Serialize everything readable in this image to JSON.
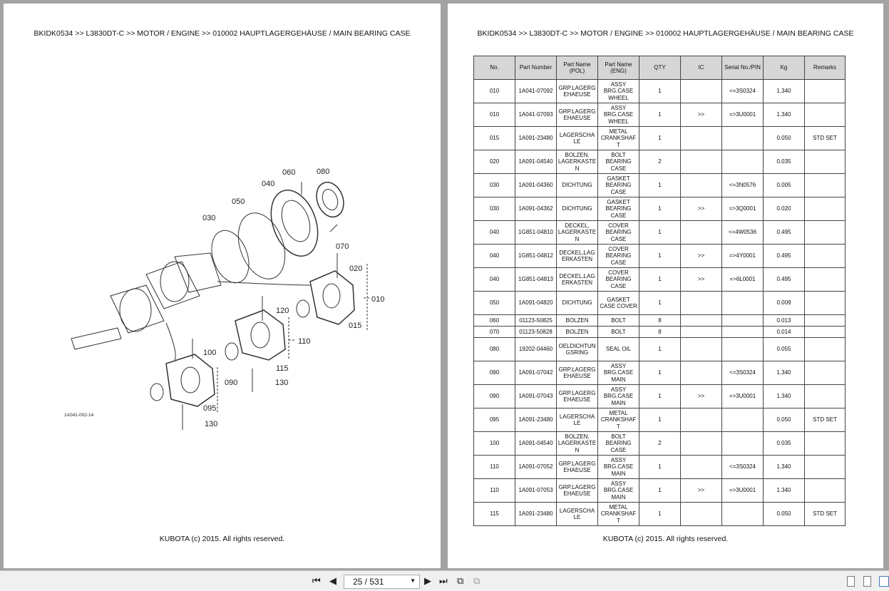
{
  "breadcrumb": "BKIDK0534 >> L3830DT-C >> MOTOR / ENGINE >> 010002   HAUPTLAGERGEHÄUSE / MAIN BEARING CASE",
  "footer": "KUBOTA (c) 2015. All rights reserved.",
  "diagram": {
    "code": "1A041-002-14",
    "callouts": [
      "060",
      "080",
      "040",
      "050",
      "030",
      "070",
      "020",
      "010",
      "120",
      "015",
      "110",
      "100",
      "115",
      "090",
      "130",
      "095",
      "130"
    ]
  },
  "table": {
    "headers": [
      "No.",
      "Part Number",
      "Part Name (POL)",
      "Part Name (ENG)",
      "QTY",
      "IC",
      "Serial No./PIN",
      "Kg",
      "Remarks"
    ],
    "rows": [
      [
        "010",
        "1A041-07092",
        "GRP.LAGERG EHAEUSE",
        "ASSY BRG.CASE WHEEL",
        "1",
        "",
        "<=3S0324",
        "1.340",
        ""
      ],
      [
        "010",
        "1A041-07093",
        "GRP.LAGERG EHAEUSE",
        "ASSY BRG.CASE WHEEL",
        "1",
        ">>",
        "=>3U0001",
        "1.340",
        ""
      ],
      [
        "015",
        "1A091-23480",
        "LAGERSCHA LE",
        "METAL CRANKSHAF T",
        "1",
        "",
        "",
        "0.050",
        "STD SET"
      ],
      [
        "020",
        "1A091-04540",
        "BOLZEN, LAGERKASTE N",
        "BOLT BEARING CASE",
        "2",
        "",
        "",
        "0.035",
        ""
      ],
      [
        "030",
        "1A091-04360",
        "DICHTUNG",
        "GASKET BEARING CASE",
        "1",
        "",
        "<=3N0576",
        "0.005",
        ""
      ],
      [
        "030",
        "1A091-04362",
        "DICHTUNG",
        "GASKET BEARING CASE",
        "1",
        ">>",
        "=>3Q0001",
        "0.020",
        ""
      ],
      [
        "040",
        "1G851-04810",
        "DECKEL, LAGERKASTE N",
        "COVER BEARING CASE",
        "1",
        "",
        "<=4W0536",
        "0.495",
        ""
      ],
      [
        "040",
        "1G851-04812",
        "DECKEL,LAG ERKASTEN",
        "COVER BEARING CASE",
        "1",
        ">>",
        "=>4Y0001",
        "0.495",
        ""
      ],
      [
        "040",
        "1G851-04813",
        "DECKEL,LAG ERKASTEN",
        "COVER BEARING CASE",
        "1",
        ">>",
        "=>6L0001",
        "0.495",
        ""
      ],
      [
        "050",
        "1A091-04820",
        "DICHTUNG",
        "GASKET CASE COVER",
        "1",
        "",
        "",
        "0.009",
        ""
      ],
      [
        "060",
        "01123-50825",
        "BOLZEN",
        "BOLT",
        "8",
        "",
        "",
        "0.013",
        ""
      ],
      [
        "070",
        "01123-50828",
        "BOLZEN",
        "BOLT",
        "8",
        "",
        "",
        "0.014",
        ""
      ],
      [
        "080",
        "19202-04460",
        "OELDICHTUN GSRING",
        "SEAL OIL",
        "1",
        "",
        "",
        "0.055",
        ""
      ],
      [
        "090",
        "1A091-07042",
        "GRP.LAGERG EHAEUSE",
        "ASSY BRG.CASE MAIN",
        "1",
        "",
        "<=3S0324",
        "1.340",
        ""
      ],
      [
        "090",
        "1A091-07043",
        "GRP.LAGERG EHAEUSE",
        "ASSY BRG.CASE MAIN",
        "1",
        ">>",
        "=>3U0001",
        "1.340",
        ""
      ],
      [
        "095",
        "1A091-23480",
        "LAGERSCHA LE",
        "METAL CRANKSHAF T",
        "1",
        "",
        "",
        "0.050",
        "STD SET"
      ],
      [
        "100",
        "1A091-04540",
        "BOLZEN, LAGERKASTE N",
        "BOLT BEARING CASE",
        "2",
        "",
        "",
        "0.035",
        ""
      ],
      [
        "110",
        "1A091-07052",
        "GRP.LAGERG EHAEUSE",
        "ASSY BRG.CASE MAIN",
        "1",
        "",
        "<=3S0324",
        "1.340",
        ""
      ],
      [
        "110",
        "1A091-07053",
        "GRP.LAGERG EHAEUSE",
        "ASSY BRG.CASE MAIN",
        "1",
        ">>",
        "=>3U0001",
        "1.340",
        ""
      ],
      [
        "115",
        "1A091-23480",
        "LAGERSCHA LE",
        "METAL CRANKSHAF T",
        "1",
        "",
        "",
        "0.050",
        "STD SET"
      ]
    ]
  },
  "toolbar": {
    "page_indicator": "25 / 531",
    "icons": [
      "first-page-icon",
      "prev-page-icon",
      "next-page-icon",
      "last-page-icon",
      "fit-page-icon",
      "fit-width-icon",
      "single-page-view-icon",
      "continuous-view-icon",
      "two-page-view-icon"
    ]
  }
}
